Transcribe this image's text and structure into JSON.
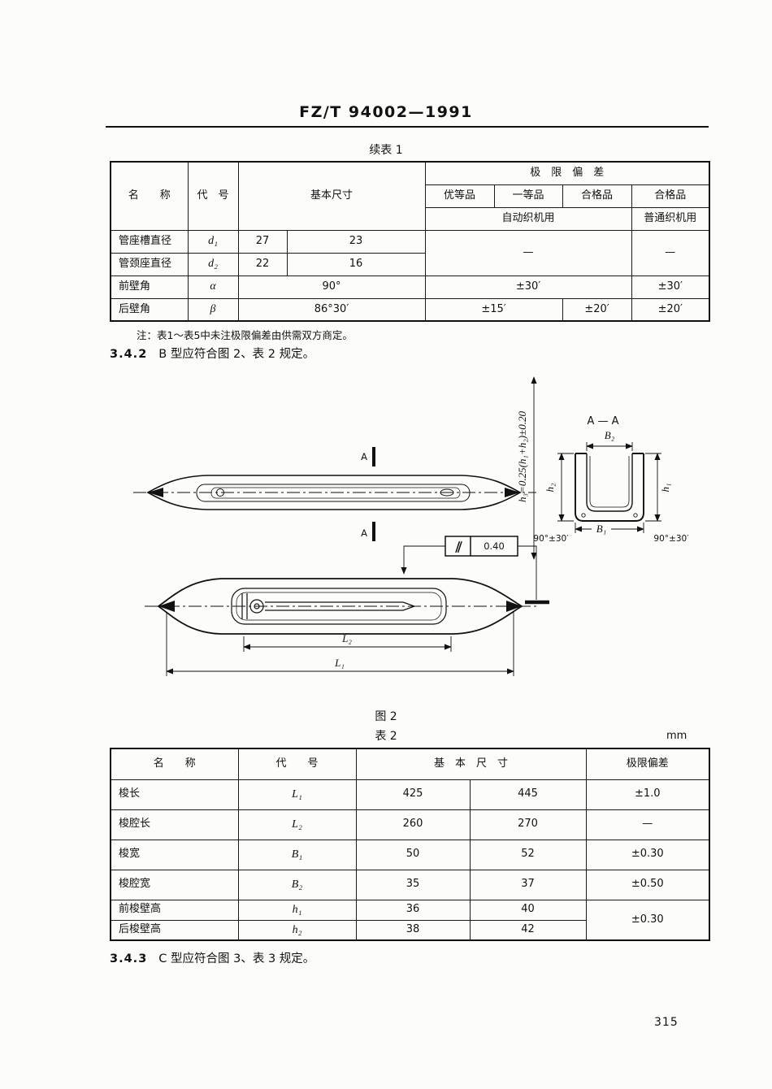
{
  "header": {
    "doc_code": "FZ/T 94002—1991"
  },
  "table1": {
    "caption": "续表 1",
    "col_name": "名　　称",
    "col_code": "代　号",
    "col_basic": "基本尺寸",
    "col_limit": "极　限　偏　差",
    "grades": [
      "优等品",
      "一等品",
      "合格品",
      "合格品"
    ],
    "loom_auto": "自动织机用",
    "loom_ordinary": "普通织机用",
    "rows": {
      "r1": {
        "name": "管座槽直径",
        "code": "d₁",
        "v1": "27",
        "v2": "23"
      },
      "r2": {
        "name": "管颈座直径",
        "code": "d₂",
        "v1": "22",
        "v2": "16"
      },
      "r3": {
        "name": "前壁角",
        "code": "α",
        "v": "90°",
        "dev_auto": "±30′",
        "dev_ord": "±30′"
      },
      "r4": {
        "name": "后壁角",
        "code": "β",
        "v": "86°30′",
        "dev1": "±15′",
        "dev2": "±20′",
        "dev3": "±20′"
      }
    },
    "dash_auto": "—",
    "dash_ordinary": "—"
  },
  "note": "注：表1～表5中未注极限偏差由供需双方商定。",
  "sec342": {
    "num": "3.4.2",
    "text": "B 型应符合图 2、表 2 规定。"
  },
  "figure2": {
    "caption": "图 2",
    "section_title": "A — A",
    "cut_mark": "A",
    "tol_symbol": "∥",
    "tol_value": "0.40",
    "h3_text": "h₃=0.25(h₁+h₂)±0.20",
    "L1": "L₁",
    "L2": "L₂",
    "B1": "B₁",
    "B2": "B₂",
    "h1": "h₁",
    "h2": "h₂",
    "angle_left": "90°±30′",
    "angle_right": "90°±30′"
  },
  "table2": {
    "caption": "表 2",
    "unit": "mm",
    "col_name": "名　　称",
    "col_code": "代　　号",
    "col_basic": "基　本　尺　寸",
    "col_limit": "极限偏差",
    "rows": [
      {
        "name": "梭长",
        "code": "L₁",
        "v1": "425",
        "v2": "445",
        "dev": "±1.0"
      },
      {
        "name": "梭腔长",
        "code": "L₂",
        "v1": "260",
        "v2": "270",
        "dev": "—"
      },
      {
        "name": "梭宽",
        "code": "B₁",
        "v1": "50",
        "v2": "52",
        "dev": "±0.30"
      },
      {
        "name": "梭腔宽",
        "code": "B₂",
        "v1": "35",
        "v2": "37",
        "dev": "±0.50"
      },
      {
        "name": "前梭壁高",
        "code": "h₁",
        "v1": "36",
        "v2": "40",
        "dev": "±0.30"
      },
      {
        "name": "后梭壁高",
        "code": "h₂",
        "v1": "38",
        "v2": "42"
      }
    ]
  },
  "sec343": {
    "num": "3.4.3",
    "text": "C 型应符合图 3、表 3 规定。"
  },
  "page_number": "315"
}
